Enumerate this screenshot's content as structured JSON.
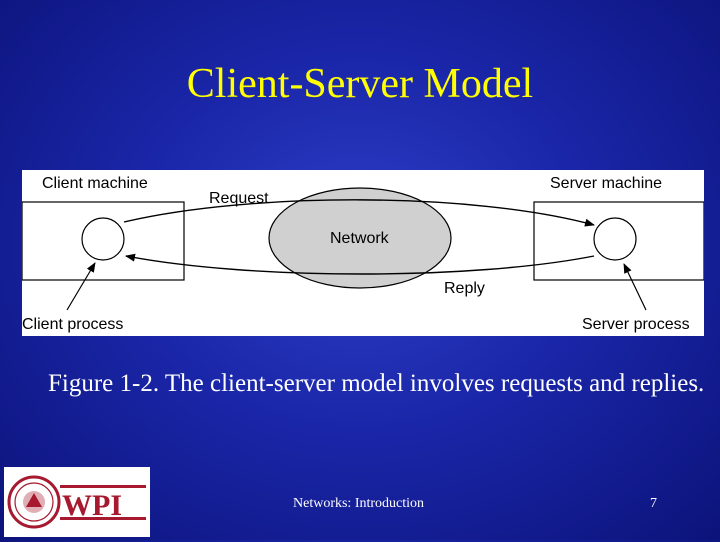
{
  "slide": {
    "title": "Client-Server Model",
    "caption": "Figure 1-2. The client-server model involves requests and replies.",
    "footer": "Networks: Introduction",
    "page_number": "7"
  },
  "diagram": {
    "client_machine": "Client machine",
    "server_machine": "Server machine",
    "request": "Request",
    "network": "Network",
    "reply": "Reply",
    "client_process": "Client process",
    "server_process": "Server process"
  },
  "logo": {
    "text": "WPI",
    "accent_color": "#a6192e"
  }
}
